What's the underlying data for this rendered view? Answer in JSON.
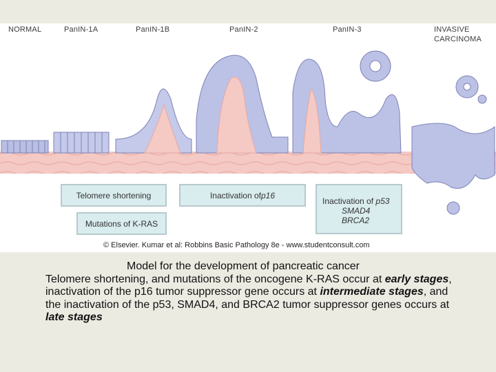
{
  "stages": {
    "normal": "NORMAL",
    "panin1a": "PanIN-1A",
    "panin1b": "PanIN-1B",
    "panin2": "PanIN-2",
    "panin3": "PanIN-3",
    "invasive_line1": "INVASIVE",
    "invasive_line2": "CARCINOMA"
  },
  "boxes": {
    "telomere": "Telomere shortening",
    "kras": "Mutations of K-RAS",
    "p16_prefix": "Inactivation of ",
    "p16_gene": "p16",
    "p53_prefix": "Inactivation of ",
    "p53_gene": "p53",
    "smad4": "SMAD4",
    "brca2": "BRCA2"
  },
  "credit": "© Elsevier. Kumar et al: Robbins Basic Pathology 8e - www.studentconsult.com",
  "caption": {
    "title": "Model for the development of pancreatic cancer",
    "p1": "Telomere shortening, and mutations of the oncogene K-RAS occur at ",
    "early": "early stages",
    "p2": ", inactivation of the p16 tumor suppressor gene occurs at ",
    "intermediate": "intermediate stages",
    "p3": ", and the inactivation of the p53, SMAD4, and BRCA2 tumor suppressor genes occurs at ",
    "late": "late stages"
  },
  "colors": {
    "stroma": "#f5c9c4",
    "cell": "#b9bfe3",
    "cell_border": "#7c82b4",
    "box_fill": "#d9ecee"
  }
}
